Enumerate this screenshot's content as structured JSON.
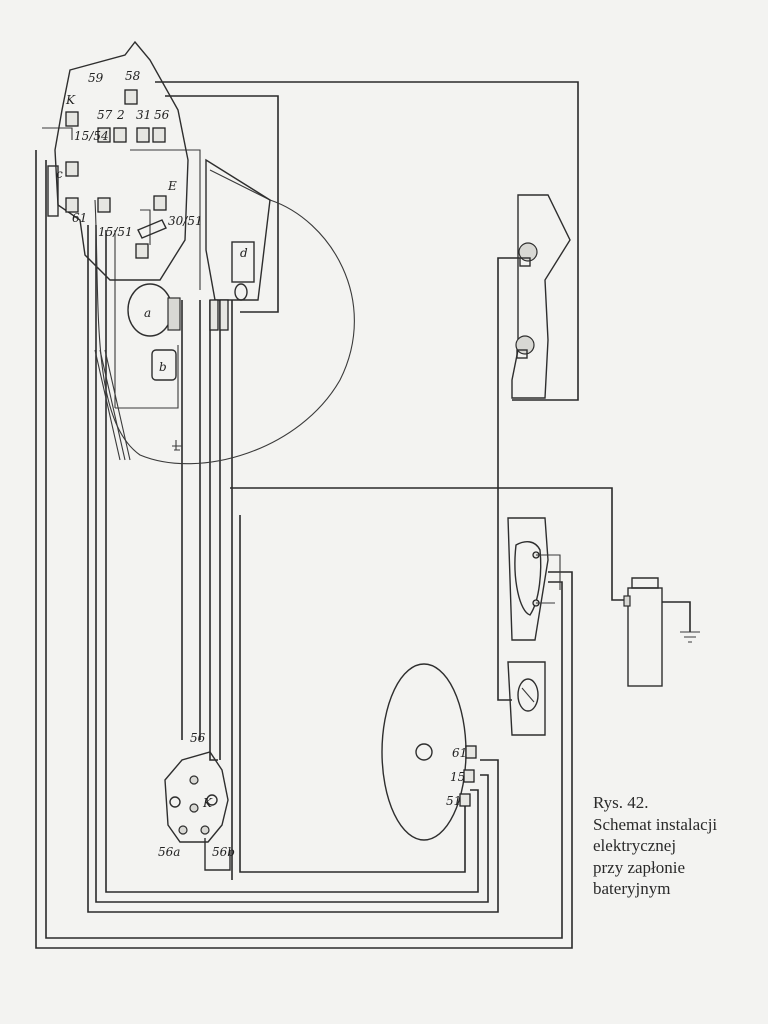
{
  "caption": {
    "lines": [
      "Rys. 42.",
      "Schemat instalacji",
      "elektrycznej",
      "przy zapłonie",
      "bateryjnym"
    ]
  },
  "diagram": {
    "terminal_labels": {
      "t59": "59",
      "t58": "58",
      "tK_top": "K",
      "t57": "57",
      "t2": "2",
      "t31": "31",
      "t56_top": "56",
      "t15_54": "15/54",
      "tc": "c",
      "tE": "E",
      "t30_51": "30/51",
      "t61": "61",
      "t15_51": "15/51",
      "td": "d",
      "ta": "a",
      "tb": "b",
      "t56_bottom": "56",
      "tK_bottom": "K",
      "t56a": "56a",
      "t56b": "56b",
      "t61_dyn": "61",
      "t15_dyn": "15",
      "t51_dyn": "51"
    }
  }
}
